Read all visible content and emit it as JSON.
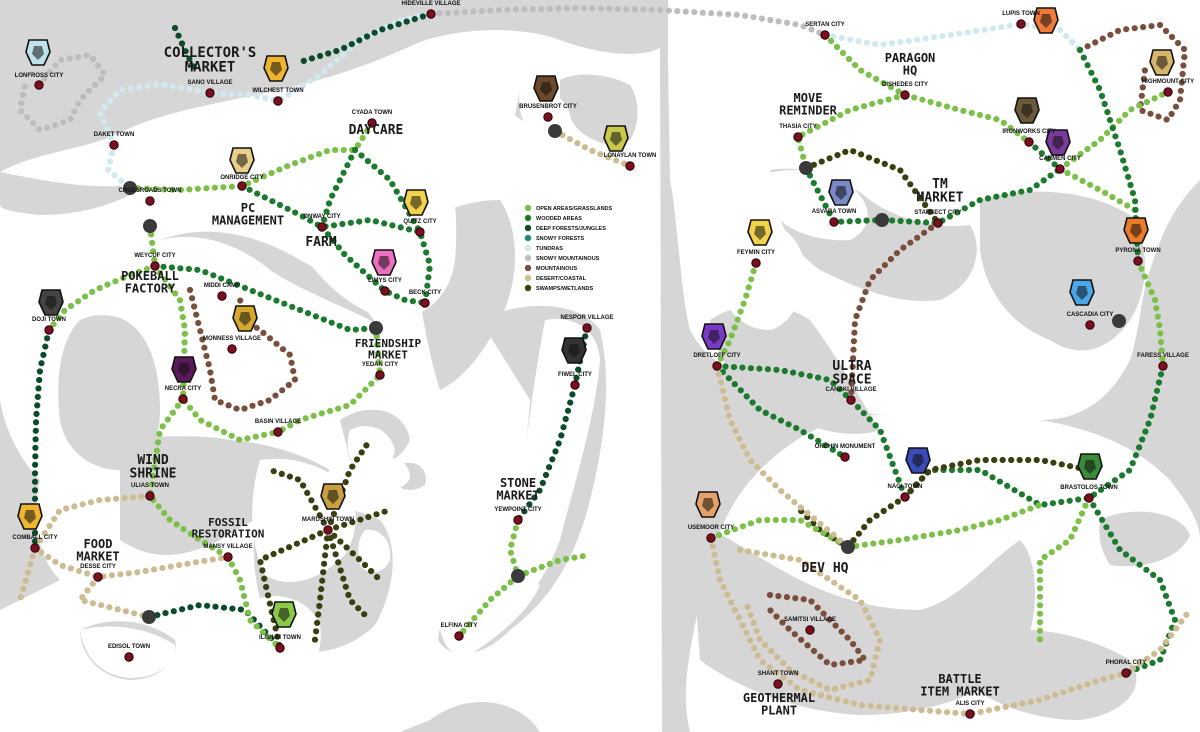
{
  "colors": {
    "sea": "#d6d6d6",
    "land": "#ffffff",
    "town": "#7a0f1e",
    "junction": "#3a3a3a"
  },
  "route_types": {
    "open": {
      "label": "OPEN AREAS/GRASSLANDS",
      "color": "#7cc04a"
    },
    "wooded": {
      "label": "WOODED AREAS",
      "color": "#1b7a2e"
    },
    "deep": {
      "label": "DEEP FORESTS/JUNGLES",
      "color": "#0b4a2a"
    },
    "snowyforest": {
      "label": "SNOWY FORESTS",
      "color": "#1f8a7a"
    },
    "tundra": {
      "label": "TUNDRAS",
      "color": "#cfe9ee"
    },
    "snowymtn": {
      "label": "SNOWY MOUNTAINOUS",
      "color": "#bdbdbd"
    },
    "mountain": {
      "label": "MOUNTAINOUS",
      "color": "#7a4e3c"
    },
    "desert": {
      "label": "DESERT/COASTAL",
      "color": "#cdbb92"
    },
    "swamp": {
      "label": "SWAMPS/WETLANDS",
      "color": "#3b3e0f"
    }
  },
  "legend_order": [
    "open",
    "wooded",
    "deep",
    "snowyforest",
    "tundra",
    "snowymtn",
    "mountain",
    "desert",
    "swamp"
  ],
  "towns": [
    {
      "id": "lonfross",
      "name": "LONFROSS CITY"
    },
    {
      "id": "daket",
      "name": "DAKET TOWN"
    },
    {
      "id": "sano",
      "name": "SANO VILLAGE"
    },
    {
      "id": "wilchest",
      "name": "WILCHEST TOWN"
    },
    {
      "id": "hideville",
      "name": "HIDEVILLE VILLAGE"
    },
    {
      "id": "crossroads",
      "name": "CROSSROADS TOWN"
    },
    {
      "id": "onridge",
      "name": "ONRIDGE CITY"
    },
    {
      "id": "cyada",
      "name": "CYADA TOWN"
    },
    {
      "id": "onway",
      "name": "ONWAY CITY"
    },
    {
      "id": "quitz",
      "name": "QUITZ CITY"
    },
    {
      "id": "weycuf",
      "name": "WEYCUF CITY"
    },
    {
      "id": "doji",
      "name": "DOJI TOWN"
    },
    {
      "id": "middi",
      "name": "MIDDI CAMP"
    },
    {
      "id": "monness",
      "name": "MONNESS VILLAGE"
    },
    {
      "id": "necra",
      "name": "NECRA CITY"
    },
    {
      "id": "basin",
      "name": "BASIN VILLAGE"
    },
    {
      "id": "yedan",
      "name": "YEDAN CITY"
    },
    {
      "id": "limys",
      "name": "LIMYS CITY"
    },
    {
      "id": "beck",
      "name": "BECK CITY"
    },
    {
      "id": "brusenbrot",
      "name": "BRUSENBROT CITY"
    },
    {
      "id": "lonaylan",
      "name": "LONAYLAN TOWN"
    },
    {
      "id": "nespor",
      "name": "NESPOR VILLAGE"
    },
    {
      "id": "fiwel",
      "name": "FIWEL CITY"
    },
    {
      "id": "yewpoint",
      "name": "YEWPOINT CITY"
    },
    {
      "id": "elfina",
      "name": "ELFINA CITY"
    },
    {
      "id": "ulias",
      "name": "ULIAS TOWN"
    },
    {
      "id": "comball",
      "name": "COMBALL CITY"
    },
    {
      "id": "desse",
      "name": "DESSE CITY"
    },
    {
      "id": "mansy",
      "name": "MANSY VILLAGE"
    },
    {
      "id": "marushin",
      "name": "MARUSHIN TOWN"
    },
    {
      "id": "ilisium",
      "name": "ILISIUM TOWN"
    },
    {
      "id": "edisol",
      "name": "EDISOL TOWN"
    },
    {
      "id": "sertan",
      "name": "SERTAN CITY"
    },
    {
      "id": "lupis",
      "name": "LUPIS TOWN"
    },
    {
      "id": "dishedes",
      "name": "DISHEDES CITY"
    },
    {
      "id": "highmount",
      "name": "HIGHMOUNT CITY"
    },
    {
      "id": "thasia",
      "name": "THASIA CITY"
    },
    {
      "id": "ironworks",
      "name": "IRONWORKS CITY"
    },
    {
      "id": "carmen",
      "name": "CARMEN CITY"
    },
    {
      "id": "asvara",
      "name": "ASVARA TOWN"
    },
    {
      "id": "starsect",
      "name": "STARSECT CITY"
    },
    {
      "id": "feymin",
      "name": "FEYMIN CITY"
    },
    {
      "id": "pyrona",
      "name": "PYRONA TOWN"
    },
    {
      "id": "cascadia",
      "name": "CASCADIA CITY"
    },
    {
      "id": "faress",
      "name": "FARESS VILLAGE"
    },
    {
      "id": "dretloff",
      "name": "DRETLOFF CITY"
    },
    {
      "id": "canaki",
      "name": "CANAKI VILLAGE"
    },
    {
      "id": "orchin",
      "name": "ORCHIN MONUMENT"
    },
    {
      "id": "nagi",
      "name": "NAGI TOWN"
    },
    {
      "id": "brastolos",
      "name": "BRASTOLOS TOWN"
    },
    {
      "id": "usemoor",
      "name": "USEMOOR CITY"
    },
    {
      "id": "samitsi",
      "name": "SAMITSI VILLAGE"
    },
    {
      "id": "shant",
      "name": "SHANT TOWN"
    },
    {
      "id": "alis",
      "name": "ALIS CITY"
    },
    {
      "id": "phoral",
      "name": "PHORAL CITY"
    }
  ],
  "notes": [
    {
      "id": "collector",
      "text": "COLLECTOR'S MARKET"
    },
    {
      "id": "daycare",
      "text": "DAYCARE"
    },
    {
      "id": "pcmgmt",
      "text": "PC MANAGEMENT"
    },
    {
      "id": "farm",
      "text": "FARM"
    },
    {
      "id": "pokeball",
      "text": "POKEBALL FACTORY"
    },
    {
      "id": "friendship",
      "text": "FRIENDSHIP MARKET"
    },
    {
      "id": "stone",
      "text": "STONE MARKET"
    },
    {
      "id": "wind",
      "text": "WIND SHRINE"
    },
    {
      "id": "food",
      "text": "FOOD MARKET"
    },
    {
      "id": "fossil",
      "text": "FOSSIL RESTORATION"
    },
    {
      "id": "paragon",
      "text": "PARAGON HQ"
    },
    {
      "id": "move",
      "text": "MOVE REMINDER"
    },
    {
      "id": "tm",
      "text": "TM MARKET"
    },
    {
      "id": "ultra",
      "text": "ULTRA SPACE"
    },
    {
      "id": "dev",
      "text": "DEV HQ"
    },
    {
      "id": "battle",
      "text": "BATTLE ITEM MARKET"
    },
    {
      "id": "geo",
      "text": "GEOTHERMAL PLANT"
    }
  ],
  "gym_icons": [
    "lonfross-badge",
    "wilchest-badge",
    "onridge-badge",
    "quitz-badge",
    "limys-badge",
    "doji-badge",
    "monness-badge",
    "necra-badge",
    "brusenbrot-badge",
    "lonaylan-badge",
    "fiwel-badge",
    "comball-badge",
    "marushin-badge",
    "ilisium-badge",
    "lupis-badge",
    "highmount-badge",
    "ironworks-badge",
    "carmen-badge",
    "asvara-badge",
    "feymin-badge",
    "pyrona-badge",
    "cascadia-badge",
    "dretloff-badge",
    "nagi-badge",
    "brastolos-badge",
    "usemoor-badge"
  ]
}
